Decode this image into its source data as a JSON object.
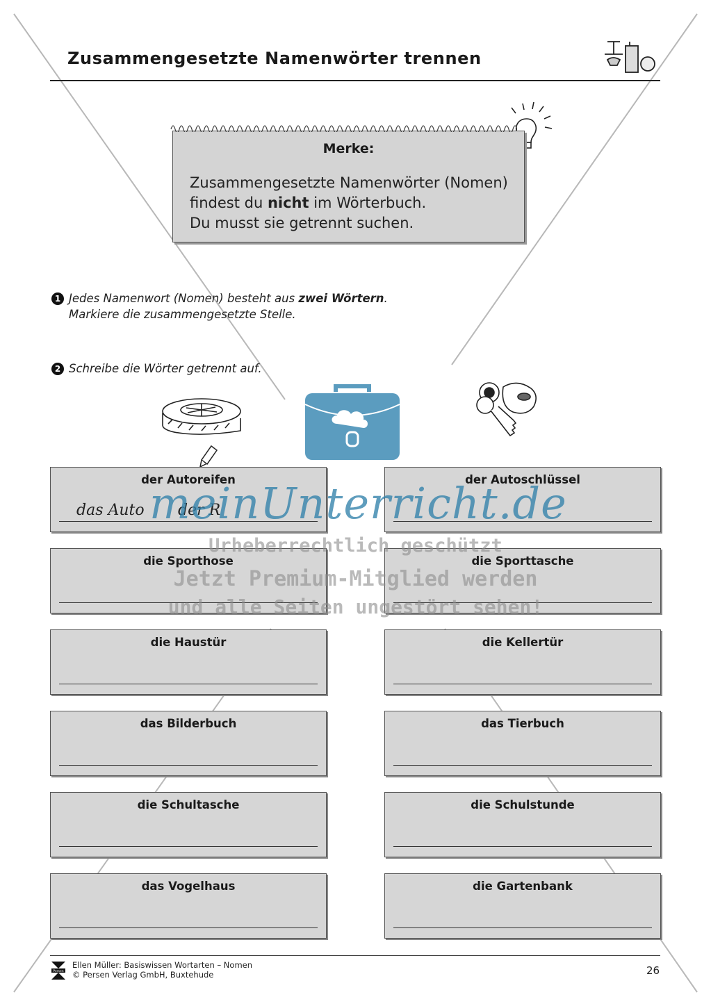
{
  "header": {
    "title": "Zusammengesetzte Namenwörter trennen"
  },
  "merke": {
    "title": "Merke:",
    "line1": "Zusammengesetzte Namenwörter (Nomen)",
    "line2_pre": "findest du ",
    "line2_bold": "nicht",
    "line2_post": " im Wörterbuch.",
    "line3": "Du musst sie getrennt suchen."
  },
  "task1": {
    "number": "1",
    "line1_pre": "Jedes Namenwort (Nomen) besteht aus ",
    "line1_bold": "zwei Wörtern",
    "line1_post": ".",
    "line2": "Markiere die zusammengesetzte Stelle."
  },
  "task2": {
    "number": "2",
    "text": "Schreibe die Wörter getrennt auf."
  },
  "sample": {
    "word1": "das Auto",
    "word2": "der R"
  },
  "cards": [
    "der Autoreifen",
    "der Autoschlüssel",
    "die Sporthose",
    "die Sporttasche",
    "die Haustür",
    "die Kellertür",
    "das Bilderbuch",
    "das Tierbuch",
    "die Schultasche",
    "die Schulstunde",
    "das Vogelhaus",
    "die Gartenbank"
  ],
  "watermark": {
    "logo": "meinUnterricht.de",
    "line1": "Urheberrechtlich geschützt",
    "line2": "Jetzt Premium-Mitglied werden",
    "line3": "und alle Seiten ungestört sehen!"
  },
  "footer": {
    "line1": "Ellen Müller: Basiswissen Wortarten – Nomen",
    "line2": "© Persen Verlag GmbH, Buxtehude",
    "logo_text": "Persen",
    "page": "26"
  },
  "colors": {
    "watermark_blue": "#5b9cbf",
    "card_gray": "#d6d6d6"
  }
}
